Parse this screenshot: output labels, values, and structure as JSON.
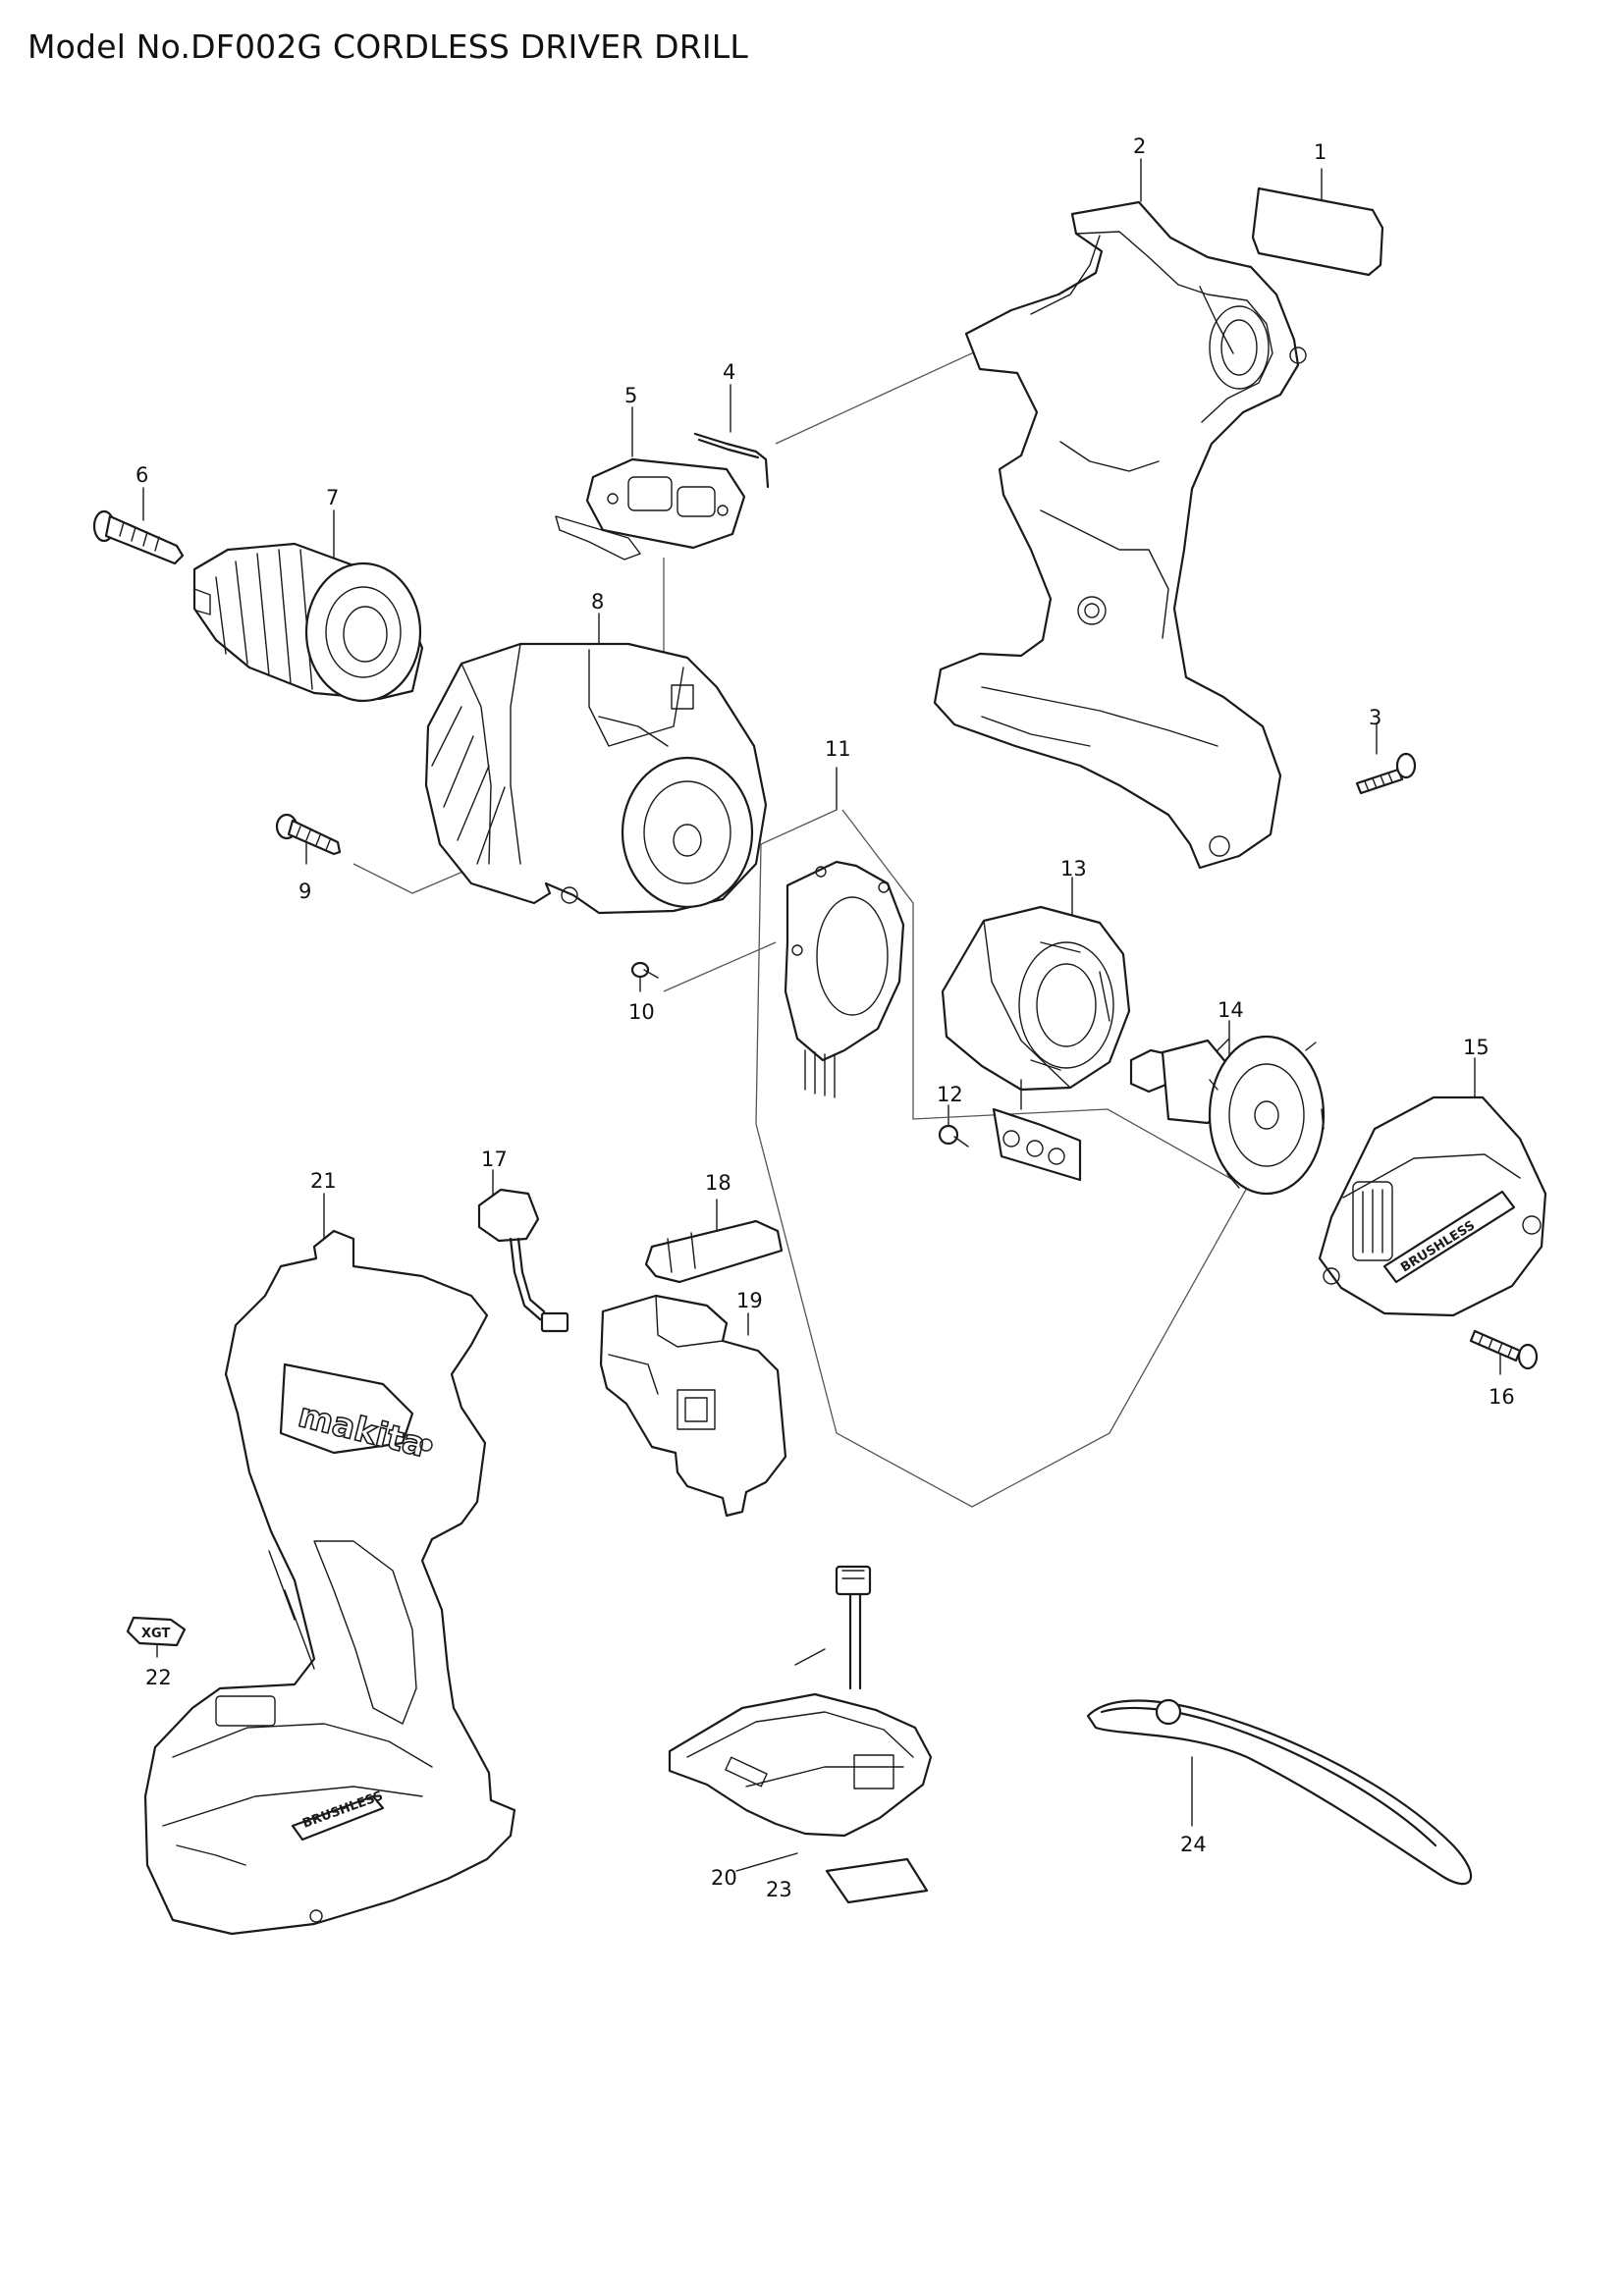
{
  "title": "Model No.DF002G CORDLESS DRIVER DRILL",
  "callouts": [
    "1",
    "2",
    "3",
    "4",
    "5",
    "6",
    "7",
    "8",
    "9",
    "10",
    "11",
    "12",
    "13",
    "14",
    "15",
    "16",
    "17",
    "18",
    "19",
    "20",
    "21",
    "22",
    "23",
    "24"
  ],
  "brand_marks": {
    "housing_logo": "makita",
    "brushless_mark": "BRUSHLESS",
    "badge": "XGT"
  }
}
